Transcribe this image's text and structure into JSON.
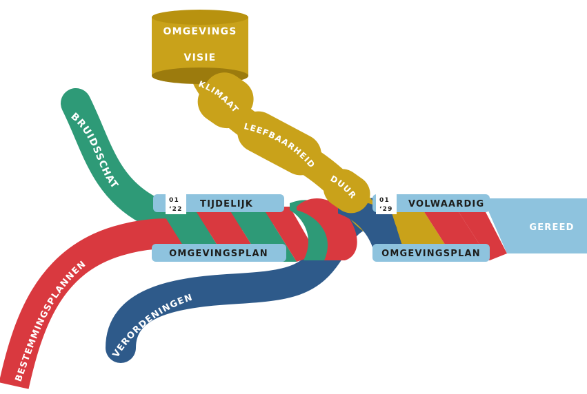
{
  "colors": {
    "yellow": "#c9a21a",
    "yellow_dark": "#9c7b0d",
    "green": "#2e9a77",
    "red": "#d9393f",
    "blue": "#2e5a8a",
    "light_blue": "#8ec3de",
    "light_blue_dark": "#6aa6c6"
  },
  "source": {
    "line1": "OMGEVINGS",
    "line2": "VISIE",
    "words": [
      "KLIMAAT",
      "LEEFBAARHEID",
      "DUUR"
    ]
  },
  "inputs": {
    "bruidsschat": "BRUIDSSCHAT",
    "bestemmingsplannen": "BESTEMMINGSPLANNEN",
    "verordeningen": "VERORDENINGEN"
  },
  "phase1": {
    "date_month": "01",
    "date_year": "‘22",
    "top_label": "TIJDELIJK",
    "bottom_label": "OMGEVINGSPLAN"
  },
  "phase2": {
    "date_month": "01",
    "date_year": "‘29",
    "top_label": "VOLWAARDIG",
    "bottom_label": "OMGEVINGSPLAN"
  },
  "end_label": "GEREED"
}
